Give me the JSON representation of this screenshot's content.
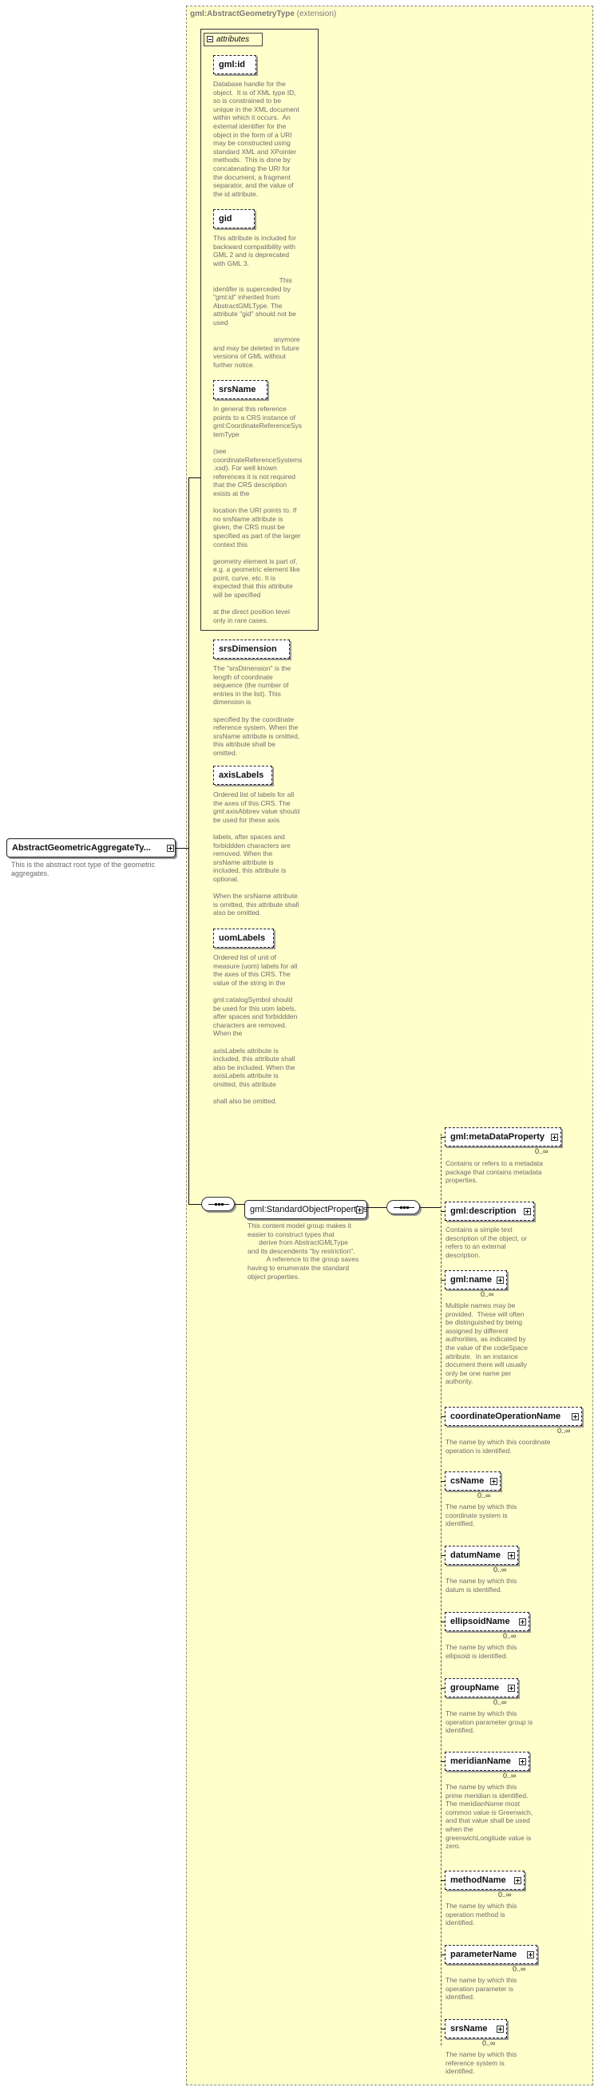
{
  "extension": {
    "type_name": "gml:AbstractGeometryType",
    "suffix": "(extension)"
  },
  "attributes": {
    "header": "attributes",
    "items": [
      {
        "name": "gml:id",
        "description": "Database handle for the\nobject.  It is of XML type ID,\nso is constrained to be\nunique in the XML document\nwithin which it occurs.  An\nexternal identifier for the\nobject in the form of a URI\nmay be constructed using\nstandard XML and XPointer\nmethods.  This is done by\nconcatenating the URI for\nthe document, a fragment\nseparator, and the value of\nthe id attribute."
      },
      {
        "name": "gid",
        "description": "This attribute is included for\nbackward compatibility with\nGML 2 and is deprecated\nwith GML 3.\n\n                                   This\nidentifer is superceded by\n\"gml:id\" inherited from\nAbstractGMLType. The\nattribute \"gid\" should not be\nused\n\n                                anymore\nand may be deleted in future\nversions of GML without\nfurther notice."
      },
      {
        "name": "srsName",
        "description": "In general this reference\npoints to a CRS instance of\ngml:CoordinateReferenceSys\ntemType\n\n(see\ncoordinateReferenceSystems\n.xsd). For well known\nreferences it is not required\nthat the CRS description\nexists at the\n\nlocation the URI points to. If\nno srsName attribute is\ngiven, the CRS must be\nspecified as part of the larger\ncontext this\n\ngeometry element is part of,\ne.g. a geometric element like\npoint, curve, etc. It is\nexpected that this attribute\nwill be specified\n\nat the direct position level\nonly in rare cases."
      },
      {
        "name": "srsDimension",
        "description": "The \"srsDimension\" is the\nlength of coordinate\nsequence (the number of\nentries in the list). This\ndimension is\n\nspecified by the coordinate\nreference system. When the\nsrsName attribute is omitted,\nthis attribute shall be\nomitted."
      },
      {
        "name": "axisLabels",
        "description": "Ordered list of labels for all\nthe axes of this CRS. The\ngml:axisAbbrev value should\nbe used for these axis\n\nlabels, after spaces and\nforbiddden characters are\nremoved. When the\nsrsName attribute is\nincluded, this attribute is\noptional.\n\nWhen the srsName attribute\nis omitted, this attribute shall\nalso be omitted."
      },
      {
        "name": "uomLabels",
        "description": "Ordered list of unit of\nmeasure (uom) labels for all\nthe axes of this CRS. The\nvalue of the string in the\n\ngml:catalogSymbol should\nbe used for this uom labels,\nafter spaces and forbiddden\ncharacters are removed.\nWhen the\n\naxisLabels attribute is\nincluded, this attribute shall\nalso be included. When the\naxisLabels attribute is\nomitted, this attribute\n\nshall also be omitted."
      }
    ]
  },
  "root": {
    "name": "AbstractGeometricAggregateTy...",
    "description": "This is the abstract root type of the geometric\naggregates."
  },
  "group": {
    "name": "gml:StandardObjectProperties",
    "description": "This content model group makes it\neasier to construct types that\n      derive from AbstractGMLType\nand its descendents \"by restriction\".\n          A reference to the group saves\nhaving to enumerate the standard\nobject properties."
  },
  "elements": [
    {
      "name": "gml:metaDataProperty",
      "multiplicity": "0..∞",
      "description": "Contains or refers to a metadata\npackage that contains metadata\nproperties."
    },
    {
      "name": "gml:description",
      "multiplicity": "",
      "description": "Contains a simple text\ndescription of the object, or\nrefers to an external\ndescription."
    },
    {
      "name": "gml:name",
      "multiplicity": "0..∞",
      "description": "Multiple names may be\nprovided.  These will often\nbe distinguished by being\nassigned by different\nauthorities, as indicated by\nthe value of the codeSpace\nattribute.  In an instance\ndocument there will usually\nonly be one name per\nauthority."
    },
    {
      "name": "coordinateOperationName",
      "multiplicity": "0..∞",
      "description": "The name by which this coordinate\noperation is identified."
    },
    {
      "name": "csName",
      "multiplicity": "0..∞",
      "description": "The name by which this\ncoordinate system is\nidentified."
    },
    {
      "name": "datumName",
      "multiplicity": "0..∞",
      "description": "The name by which this\ndatum is identified."
    },
    {
      "name": "ellipsoidName",
      "multiplicity": "0..∞",
      "description": "The name by which this\nellipsoid is identified."
    },
    {
      "name": "groupName",
      "multiplicity": "0..∞",
      "description": "The name by which this\noperation parameter group is\nidentified."
    },
    {
      "name": "meridianName",
      "multiplicity": "0..∞",
      "description": "The name by which this\nprime meridian is identified.\nThe meridianName most\ncommon value is Greenwich,\nand that value shall be used\nwhen the\ngreenwichLongitude value is\nzero."
    },
    {
      "name": "methodName",
      "multiplicity": "0..∞",
      "description": "The name by which this\noperation method is\nidentified."
    },
    {
      "name": "parameterName",
      "multiplicity": "0..∞",
      "description": "The name by which this\noperation parameter is\nidentified."
    },
    {
      "name": "srsName",
      "multiplicity": "0..∞",
      "description": "The name by which this\nreference system is\nidentified."
    }
  ]
}
